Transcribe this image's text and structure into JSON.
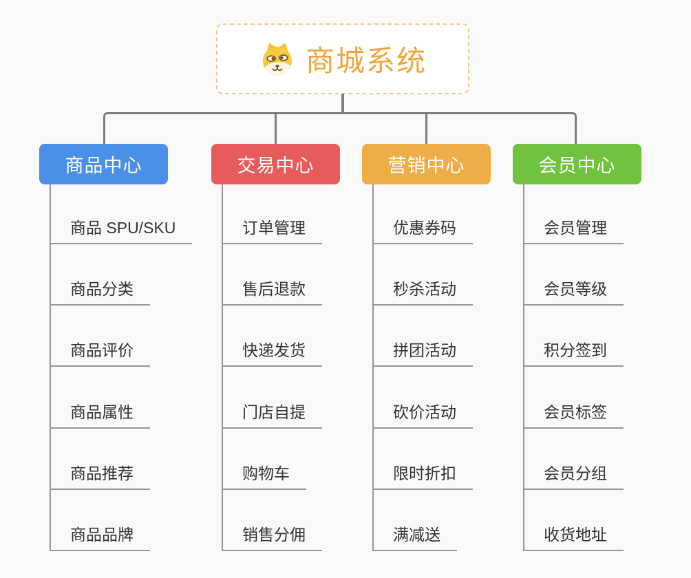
{
  "page": {
    "background": "#f9f9f9"
  },
  "root": {
    "title": "商城系统",
    "icon": "dog-face-icon",
    "title_color": "#f0a63e",
    "border_color": "#f5c98b"
  },
  "connector_color": "#7d7d7d",
  "underline_color": "#969696",
  "branches": [
    {
      "label": "商品中心",
      "color": "#4a90e9",
      "items": [
        "商品 SPU/SKU",
        "商品分类",
        "商品评价",
        "商品属性",
        "商品推荐",
        "商品品牌"
      ]
    },
    {
      "label": "交易中心",
      "color": "#e75c5a",
      "items": [
        "订单管理",
        "售后退款",
        "快递发货",
        "门店自提",
        "购物车",
        "销售分佣"
      ]
    },
    {
      "label": "营销中心",
      "color": "#eead46",
      "items": [
        "优惠券码",
        "秒杀活动",
        "拼团活动",
        "砍价活动",
        "限时折扣",
        "满减送"
      ]
    },
    {
      "label": "会员中心",
      "color": "#70c23f",
      "items": [
        "会员管理",
        "会员等级",
        "积分签到",
        "会员标签",
        "会员分组",
        "收货地址"
      ]
    }
  ]
}
